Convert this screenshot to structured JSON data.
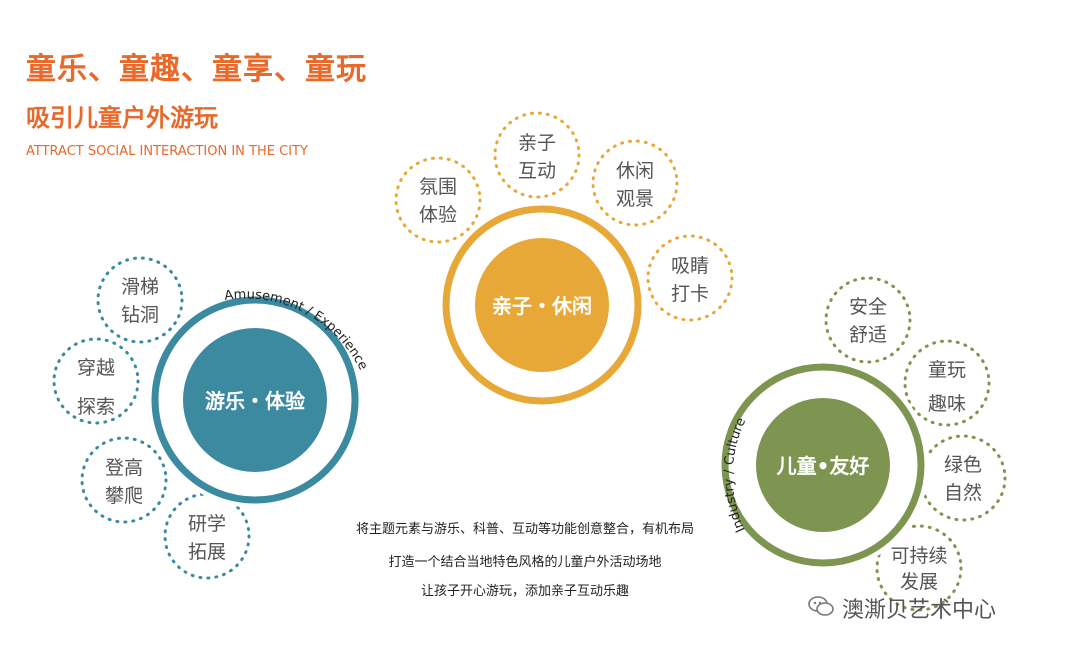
{
  "title": "童乐、童趣、童享、童玩",
  "subtitle": "吸引儿童户外游玩",
  "tagline": "ATTRACT SOCIAL INTERACTION IN THE CITY",
  "clusters": [
    {
      "center": "游乐・体验",
      "arc_text": "Amusement / Experience",
      "items": [
        [
          "滑梯",
          "钻洞"
        ],
        [
          "穿越",
          "探索"
        ],
        [
          "登高",
          "攀爬"
        ],
        [
          "研学",
          "拓展"
        ]
      ]
    },
    {
      "center": "亲子・休闲",
      "items": [
        [
          "氛围",
          "体验"
        ],
        [
          "亲子",
          "互动"
        ],
        [
          "休闲",
          "观景"
        ],
        [
          "吸睛",
          "打卡"
        ]
      ]
    },
    {
      "center": "儿童•友好",
      "arc_text": "Industry / Culture",
      "items": [
        [
          "安全",
          "舒适"
        ],
        [
          "童玩",
          "趣味"
        ],
        [
          "绿色",
          "自然"
        ],
        [
          "可持续",
          "发展"
        ]
      ]
    }
  ],
  "description": [
    "将主题元素与游乐、科普、互动等功能创意整合，有机布局",
    "打造一个结合当地特色风格的儿童户外活动场地",
    "让孩子开心游玩，添加亲子互动乐趣"
  ],
  "watermark": "澳澌贝艺术中心",
  "colors": {
    "orange_title": "#e8692a",
    "teal": "#3c8aa0",
    "amber": "#e8a838",
    "olive": "#7d9550"
  }
}
